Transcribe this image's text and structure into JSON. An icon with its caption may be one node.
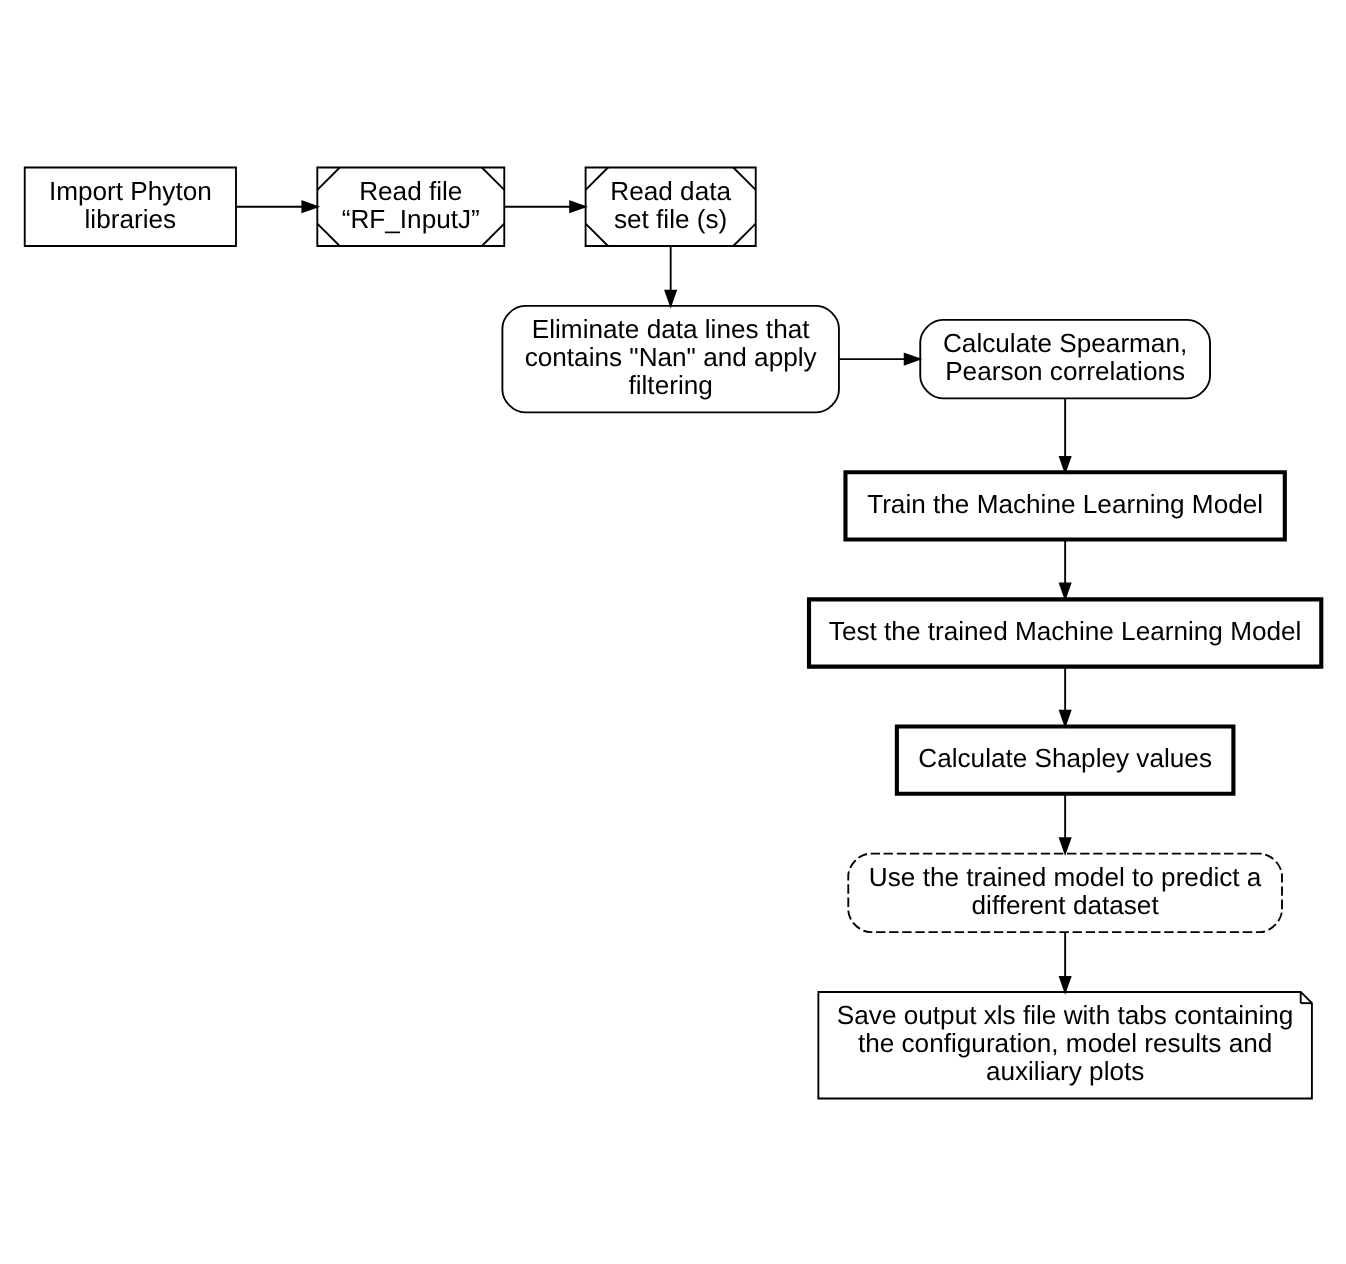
{
  "diagram": {
    "nodes": [
      {
        "text": [
          "Import Phyton",
          "libraries"
        ]
      },
      {
        "text": [
          "Read file “RF_InputJ”"
        ]
      },
      {
        "text": [
          "Read data set file (s)"
        ]
      },
      {
        "text": [
          "Eliminate data lines that contains \"Nan\" and apply filtering"
        ]
      },
      {
        "text": [
          "Calculate Spearman, Pearson correlations"
        ]
      },
      {
        "text": [
          "Train the Machine Learning Model"
        ]
      },
      {
        "text": [
          "Test the trained Machine Learning Model"
        ]
      },
      {
        "text": [
          "Calculate Shapley values"
        ]
      },
      {
        "text": [
          "Use the trained model to predict a different dataset"
        ]
      },
      {
        "text": [
          "Save output xls file with tabs containing the configuration, model results and auxiliary plots"
        ]
      }
    ],
    "edges": [
      {
        "from": 0,
        "to": 1,
        "arrow": "to"
      },
      {
        "from": 1,
        "to": 2,
        "arrow": "to"
      },
      {
        "from": 2,
        "to": 3,
        "arrow": "to"
      },
      {
        "from": 3,
        "to": 4,
        "arrow": "to"
      },
      {
        "from": 4,
        "to": 5,
        "arrow": "to"
      },
      {
        "from": 5,
        "to": 6,
        "arrow": "to"
      },
      {
        "from": 6,
        "to": 7,
        "arrow": "to"
      },
      {
        "from": 7,
        "to": 8,
        "arrow": "to"
      },
      {
        "from": 8,
        "to": 9,
        "arrow": "to"
      }
    ]
  }
}
